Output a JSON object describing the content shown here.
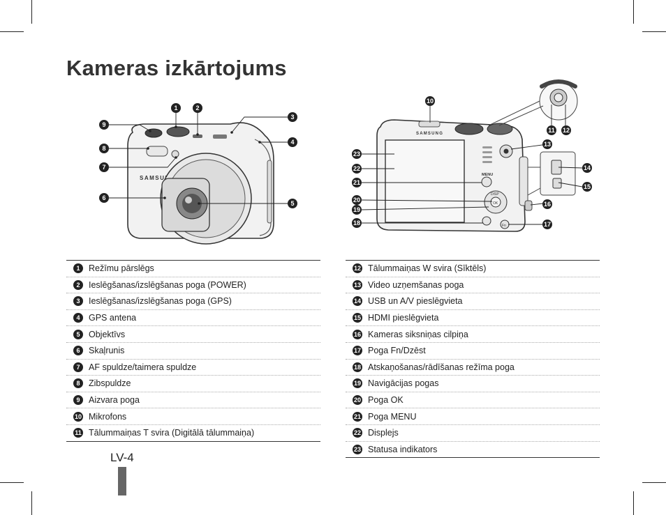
{
  "title": "Kameras izkārtojums",
  "page_number": "LV-4",
  "front_callouts": [
    "1",
    "2",
    "3",
    "4",
    "5",
    "6",
    "7",
    "8",
    "9"
  ],
  "back_callouts": [
    "10",
    "11",
    "12",
    "13",
    "14",
    "15",
    "16",
    "17",
    "18",
    "19",
    "20",
    "21",
    "22",
    "23"
  ],
  "camera_text": {
    "brand": "SAMSUNG",
    "menu": "MENU",
    "disp": "DISP",
    "ok": "OK",
    "fn": "Fn"
  },
  "left_table": [
    {
      "num": "1",
      "label": "Režīmu pārslēgs"
    },
    {
      "num": "2",
      "label": "Ieslēgšanas/izslēgšanas poga (POWER)"
    },
    {
      "num": "3",
      "label": "Ieslēgšanas/izslēgšanas poga (GPS)"
    },
    {
      "num": "4",
      "label": "GPS antena"
    },
    {
      "num": "5",
      "label": "Objektīvs"
    },
    {
      "num": "6",
      "label": "Skaļrunis"
    },
    {
      "num": "7",
      "label": "AF spuldze/taimera spuldze"
    },
    {
      "num": "8",
      "label": "Zibspuldze"
    },
    {
      "num": "9",
      "label": "Aizvara poga"
    },
    {
      "num": "10",
      "label": "Mikrofons"
    },
    {
      "num": "11",
      "label": "Tālummaiņas T svira (Digitālā tālummaiņa)"
    }
  ],
  "right_table": [
    {
      "num": "12",
      "label": "Tālummaiņas W svira (Sīktēls)"
    },
    {
      "num": "13",
      "label": "Video uzņemšanas poga"
    },
    {
      "num": "14",
      "label": "USB un A/V pieslēgvieta"
    },
    {
      "num": "15",
      "label": "HDMI pieslēgvieta"
    },
    {
      "num": "16",
      "label": "Kameras siksniņas cilpiņa"
    },
    {
      "num": "17",
      "label": "Poga Fn/Dzēst"
    },
    {
      "num": "18",
      "label": "Atskaņošanas/rādīšanas režīma poga"
    },
    {
      "num": "19",
      "label": "Navigācijas pogas"
    },
    {
      "num": "20",
      "label": "Poga OK"
    },
    {
      "num": "21",
      "label": "Poga MENU"
    },
    {
      "num": "22",
      "label": "Displejs"
    },
    {
      "num": "23",
      "label": "Statusa indikators"
    }
  ]
}
